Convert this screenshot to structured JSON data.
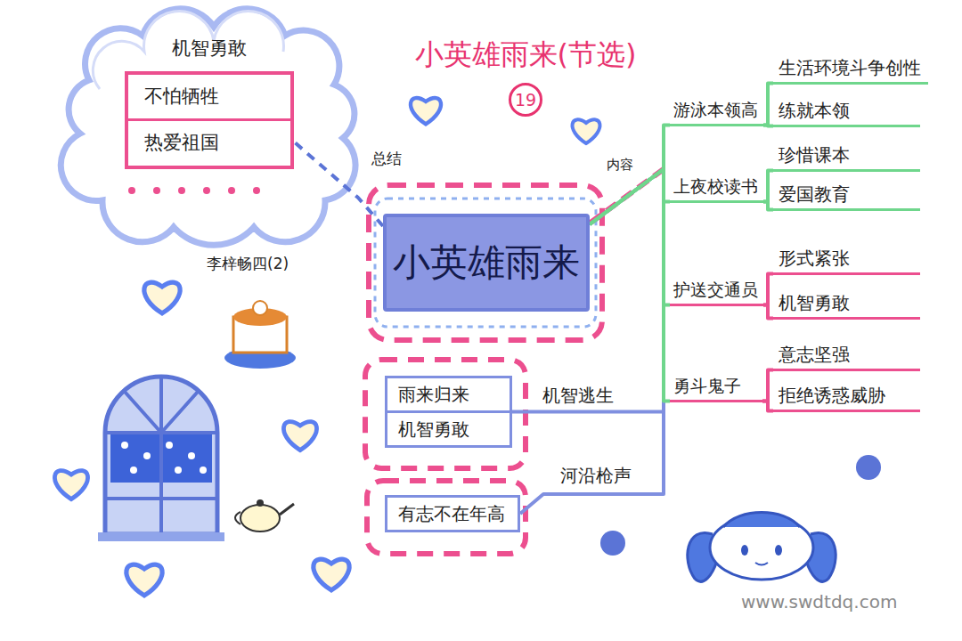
{
  "diagram": {
    "title": "小英雄雨来(节选)",
    "nodes": [
      {
        "text": [
          "机智勇敢",
          "不怕牺牲",
          "热爱祖国"
        ]
      },
      {
        "text": [
          "小英雄雨来"
        ]
      },
      {
        "text": [
          "雨来归来",
          "机智勇敢"
        ]
      },
      {
        "text": [
          "有志不在年高"
        ]
      },
      {
        "text": [
          "游泳本领高"
        ]
      },
      {
        "text": [
          "生活环境斗争创性"
        ]
      },
      {
        "text": [
          "练就本领"
        ]
      },
      {
        "text": [
          "上夜校读书"
        ]
      },
      {
        "text": [
          "珍惜课本"
        ]
      },
      {
        "text": [
          "爱国教育"
        ]
      },
      {
        "text": [
          "护送交通员"
        ]
      },
      {
        "text": [
          "形式紧张"
        ]
      },
      {
        "text": [
          "机智勇敢"
        ]
      },
      {
        "text": [
          "勇斗鬼子"
        ]
      },
      {
        "text": [
          "意志坚强"
        ]
      },
      {
        "text": [
          "拒绝诱惑威胁"
        ]
      }
    ],
    "edges": [
      {
        "from": 1,
        "to": 0,
        "label": "总结",
        "arrow": "none"
      },
      {
        "from": 1,
        "to": 4,
        "label": "内容",
        "arrow": "none"
      },
      {
        "from": 1,
        "to": 7,
        "arrow": "none"
      },
      {
        "from": 1,
        "to": 10,
        "arrow": "none"
      },
      {
        "from": 1,
        "to": 13,
        "arrow": "none"
      },
      {
        "from": 1,
        "to": 2,
        "label": "机智逃生",
        "arrow": "none"
      },
      {
        "from": 1,
        "to": 3,
        "label": "河沿枪声",
        "arrow": "none"
      },
      {
        "from": 4,
        "to": 5,
        "arrow": "none"
      },
      {
        "from": 4,
        "to": 6,
        "arrow": "none"
      },
      {
        "from": 7,
        "to": 8,
        "arrow": "none"
      },
      {
        "from": 7,
        "to": 9,
        "arrow": "none"
      },
      {
        "from": 10,
        "to": 11,
        "arrow": "none"
      },
      {
        "from": 10,
        "to": 12,
        "arrow": "none"
      },
      {
        "from": 13,
        "to": 14,
        "arrow": "none"
      },
      {
        "from": 13,
        "to": 15,
        "arrow": "none"
      }
    ],
    "labels": [
      "19",
      "李梓畅四(2)",
      "www.swdtdq.com"
    ]
  }
}
